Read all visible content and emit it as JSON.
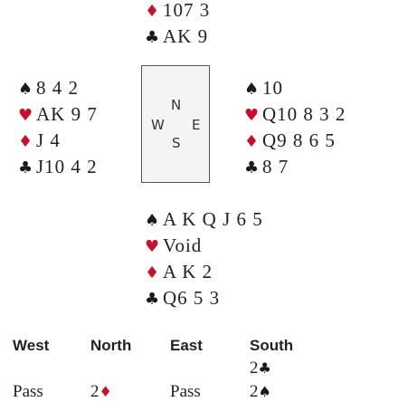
{
  "hands": {
    "north": [
      {
        "suit": "♦",
        "cards": "107 3",
        "color": "#c8102e"
      },
      {
        "suit": "♣",
        "cards": "AK 9",
        "color": "#1a1a1a"
      }
    ],
    "west": [
      {
        "suit": "♠",
        "cards": "8 4 2",
        "color": "#1a1a1a"
      },
      {
        "suit": "♥",
        "cards": "AK 9 7",
        "color": "#c8102e"
      },
      {
        "suit": "♦",
        "cards": "J 4",
        "color": "#c8102e"
      },
      {
        "suit": "♣",
        "cards": "J10 4 2",
        "color": "#1a1a1a"
      }
    ],
    "east": [
      {
        "suit": "♠",
        "cards": "10",
        "color": "#1a1a1a"
      },
      {
        "suit": "♥",
        "cards": "Q10 8 3 2",
        "color": "#c8102e"
      },
      {
        "suit": "♦",
        "cards": "Q9 8 6 5",
        "color": "#c8102e"
      },
      {
        "suit": "♣",
        "cards": "8 7",
        "color": "#1a1a1a"
      }
    ],
    "south": [
      {
        "suit": "♠",
        "cards": "A K Q J 6 5",
        "color": "#1a1a1a"
      },
      {
        "suit": "♥",
        "cards": "Void",
        "color": "#c8102e"
      },
      {
        "suit": "♦",
        "cards": "A K 2",
        "color": "#c8102e"
      },
      {
        "suit": "♣",
        "cards": "Q6 5 3",
        "color": "#1a1a1a"
      }
    ]
  },
  "compass": {
    "n": "N",
    "w": "W",
    "e": "E",
    "s": "S"
  },
  "auction": {
    "headers": [
      "West",
      "North",
      "East",
      "South"
    ],
    "rows": [
      [
        "",
        "",
        "",
        {
          "bid": "2",
          "suit": "♣",
          "color": "#1a1a1a"
        }
      ],
      [
        "Pass",
        {
          "bid": "2",
          "suit": "♦",
          "color": "#c8102e"
        },
        "Pass",
        {
          "bid": "2",
          "suit": "♠",
          "color": "#1a1a1a"
        }
      ]
    ]
  }
}
